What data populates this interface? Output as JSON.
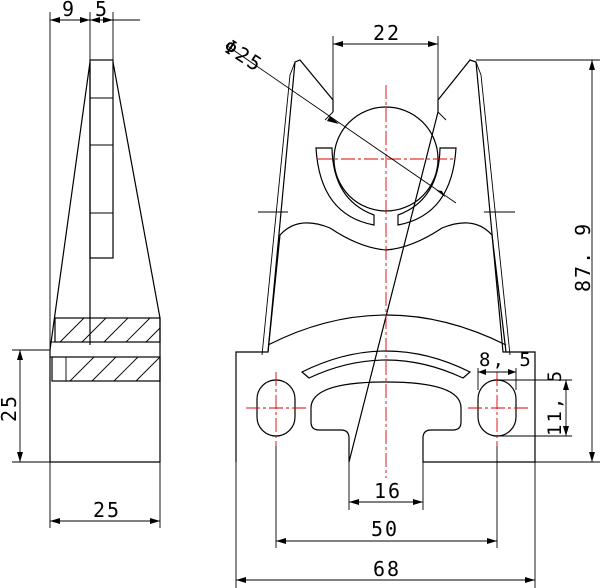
{
  "dimensions": {
    "left_thickness_a": "9",
    "left_thickness_b": "5",
    "left_height": "25",
    "left_width": "25",
    "hole_diameter": "Φ25",
    "top_opening": "22",
    "slot_width": "8, 5",
    "slot_height": "11, 5",
    "overall_height": "87. 9",
    "stem_width": "16",
    "slot_spacing": "50",
    "overall_width": "68"
  },
  "colors": {
    "outline": "#000000",
    "centerline": "#e00000",
    "background": "#ffffff"
  }
}
